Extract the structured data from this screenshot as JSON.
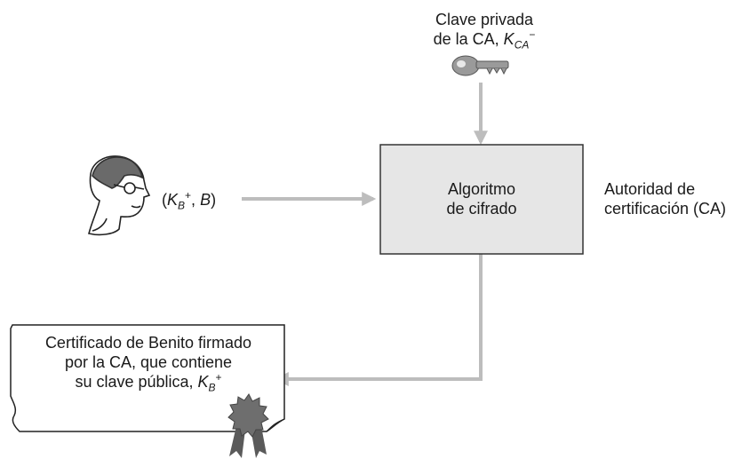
{
  "private_key": {
    "line1": "Clave privada",
    "line2_prefix": "de la CA, ",
    "symbol": "K",
    "subscript": "CA",
    "superscript": "−"
  },
  "input": {
    "open": "(",
    "symbol": "K",
    "subscript": "B",
    "superscript": "+",
    "sep": ", ",
    "b": "B",
    "close": ")"
  },
  "algorithm_box": {
    "line1": "Algoritmo",
    "line2": "de cifrado"
  },
  "authority": {
    "line1": "Autoridad de",
    "line2": "certificación (CA)"
  },
  "certificate": {
    "line1": "Certificado de Benito firmado",
    "line2": "por la CA, que contiene",
    "line3_prefix": "su clave pública, ",
    "symbol": "K",
    "subscript": "B",
    "superscript": "+"
  },
  "colors": {
    "arrow": "#bdbdbd",
    "box_fill": "#e6e6e6",
    "box_stroke": "#333333",
    "seal": "#6e6e6e"
  }
}
